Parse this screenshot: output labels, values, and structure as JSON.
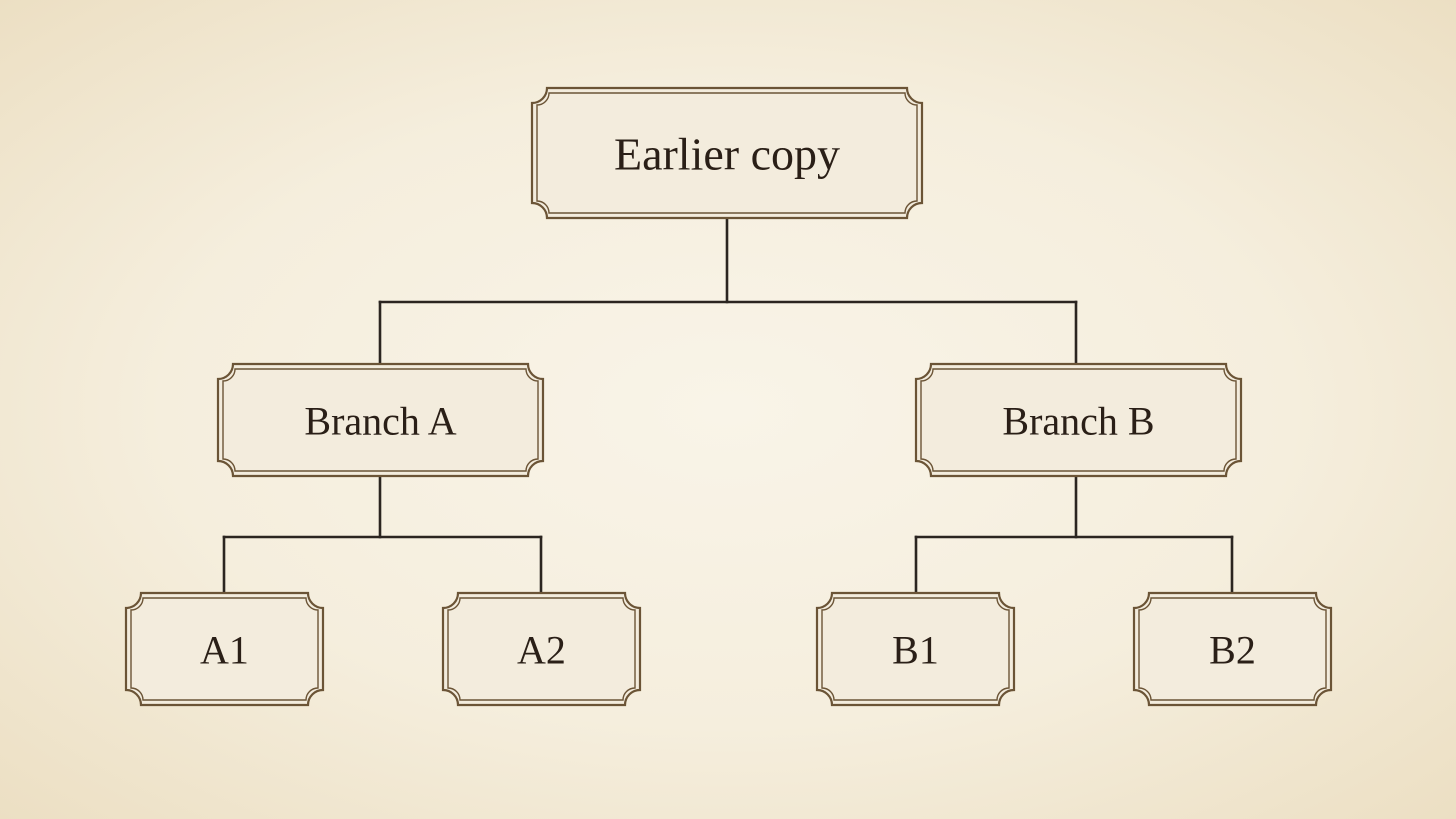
{
  "colors": {
    "line": "#2b2520",
    "frame": "#6b5436",
    "box_fill": "#f3ecdd",
    "text": "#2a1f17"
  },
  "tree": {
    "root": {
      "label": "Earlier copy"
    },
    "branches": [
      {
        "label": "Branch A",
        "children": [
          {
            "label": "A1"
          },
          {
            "label": "A2"
          }
        ]
      },
      {
        "label": "Branch B",
        "children": [
          {
            "label": "B1"
          },
          {
            "label": "B2"
          }
        ]
      }
    ]
  }
}
